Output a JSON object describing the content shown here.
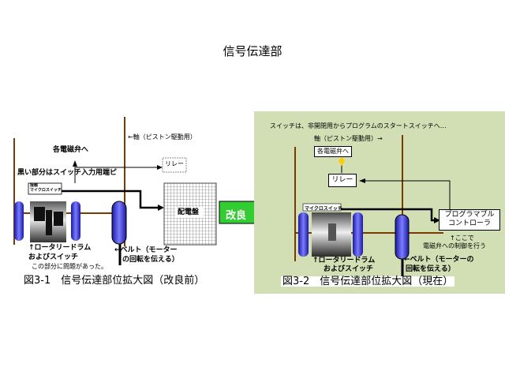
{
  "page": {
    "title": "信号伝達部"
  },
  "left": {
    "caption": "図3-1　信号伝達部位拡大図（改良前）",
    "shaft": "←軸（ピストン駆動用）",
    "each_valve": "各電磁弁へ",
    "relay": "リレー",
    "black_part": "黒い部分はスイッチ入力用端ピ",
    "encoder_label": "接触\nマイクロスイッチ",
    "board": "配電盤",
    "rotary": "↑ロータリードラム",
    "and_switch": "およびスイッチ",
    "problem": "この部分に問題があった。",
    "belt": "←ベルト（モーター",
    "belt2": "の回転を伝える）"
  },
  "arrow": {
    "label": "改良"
  },
  "right": {
    "caption": "図3-2　信号伝達部位拡大図（現在）",
    "switch_note": "スイッチは、非開閉用からプログラムのスタートスイッチへ…",
    "shaft": "軸（ピストン駆動用）→",
    "each_valve": "各電磁弁へ",
    "relay": "リレー",
    "sensor": "マイクロスイッチ",
    "plc_line1": "プログラマブル",
    "plc_line2": "コントローラ",
    "here": "↑ここで",
    "control_note": "電磁弁への制御を行う",
    "rotary": "↑ロータリードラム",
    "and_switch": "およびスイッチ",
    "belt": "←ベルト（モーターの",
    "belt2": "回転を伝える）"
  }
}
